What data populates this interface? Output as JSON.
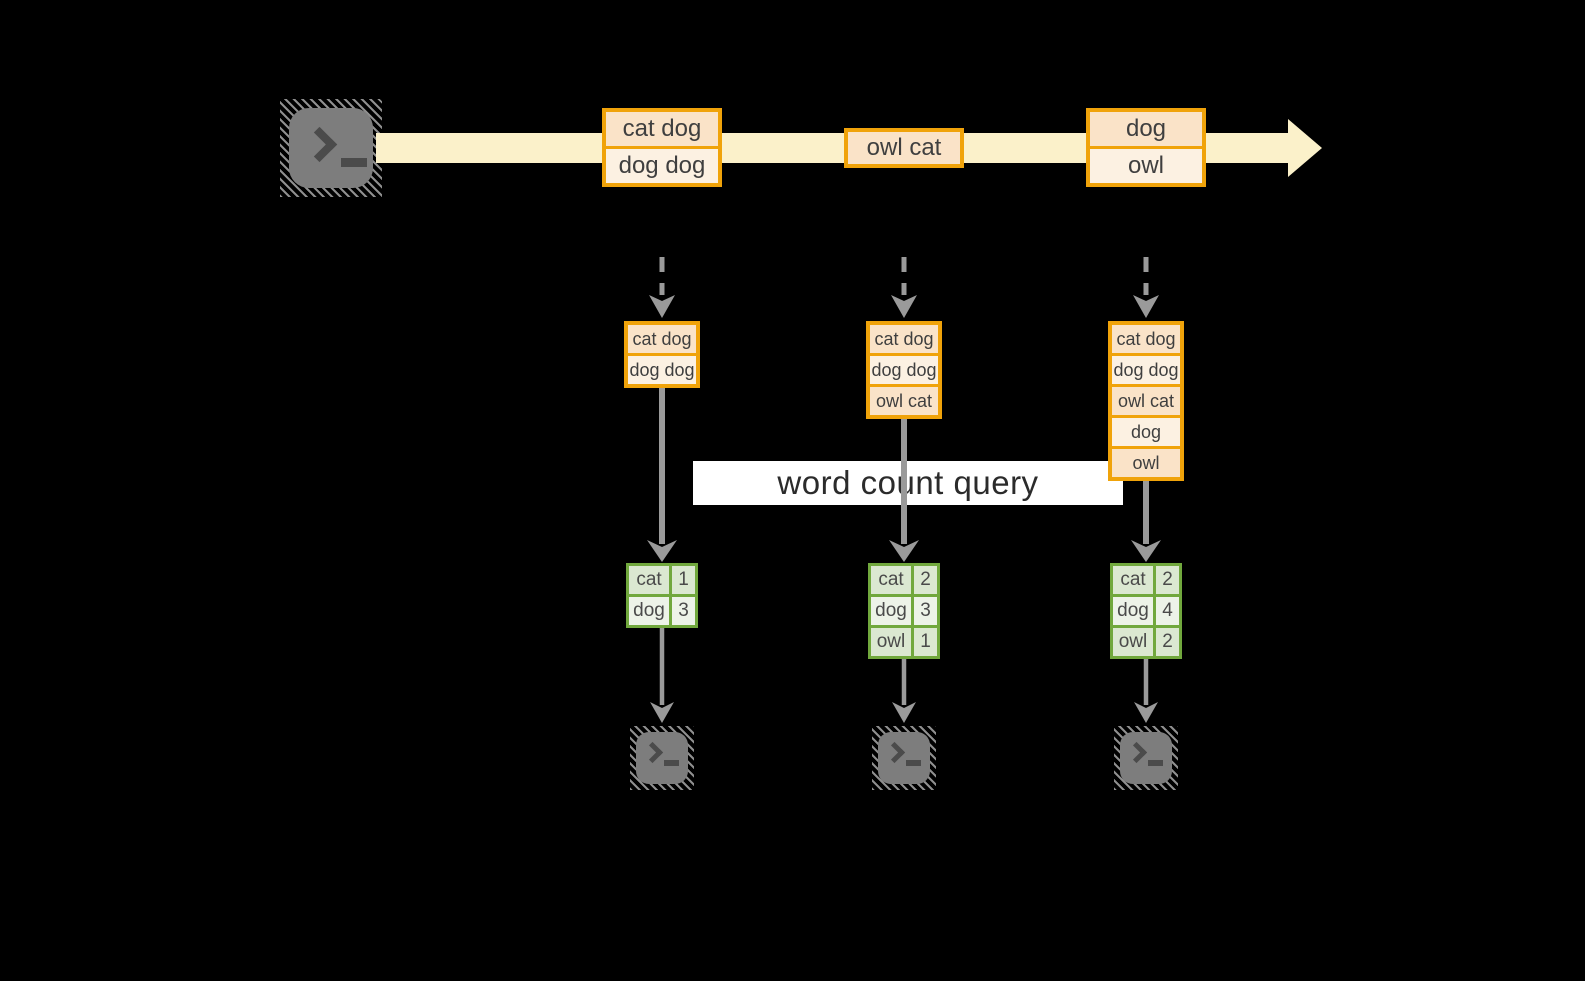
{
  "title": "word count query",
  "stream": {
    "source_icon": "terminal-icon",
    "events": [
      {
        "rows": [
          "cat dog",
          "dog dog"
        ]
      },
      {
        "rows": [
          "owl cat"
        ]
      },
      {
        "rows": [
          "dog",
          "owl"
        ]
      }
    ]
  },
  "query": {
    "label": "word count query"
  },
  "pipelines": [
    {
      "buffer": [
        "cat dog",
        "dog dog"
      ],
      "counts": [
        {
          "word": "cat",
          "count": "1"
        },
        {
          "word": "dog",
          "count": "3"
        }
      ],
      "sink_icon": "terminal-icon"
    },
    {
      "buffer": [
        "cat dog",
        "dog dog",
        "owl cat"
      ],
      "counts": [
        {
          "word": "cat",
          "count": "2"
        },
        {
          "word": "dog",
          "count": "3"
        },
        {
          "word": "owl",
          "count": "1"
        }
      ],
      "sink_icon": "terminal-icon"
    },
    {
      "buffer": [
        "cat dog",
        "dog dog",
        "owl cat",
        "dog",
        "owl"
      ],
      "counts": [
        {
          "word": "cat",
          "count": "2"
        },
        {
          "word": "dog",
          "count": "4"
        },
        {
          "word": "owl",
          "count": "2"
        }
      ],
      "sink_icon": "terminal-icon"
    }
  ],
  "colors": {
    "stream_band": "#FBF1CA",
    "box_border": "#F0A30A",
    "box_fill_odd": "#FAE3C8",
    "box_fill_even": "#FCF1E2",
    "table_border": "#71A83D",
    "table_cell_odd": "#DBE8D1",
    "table_cell_even": "#EDF3E8",
    "arrow_gray": "#9a9a9a",
    "terminal_gray": "#7d7d7d",
    "query_bg": "#ffffff"
  }
}
